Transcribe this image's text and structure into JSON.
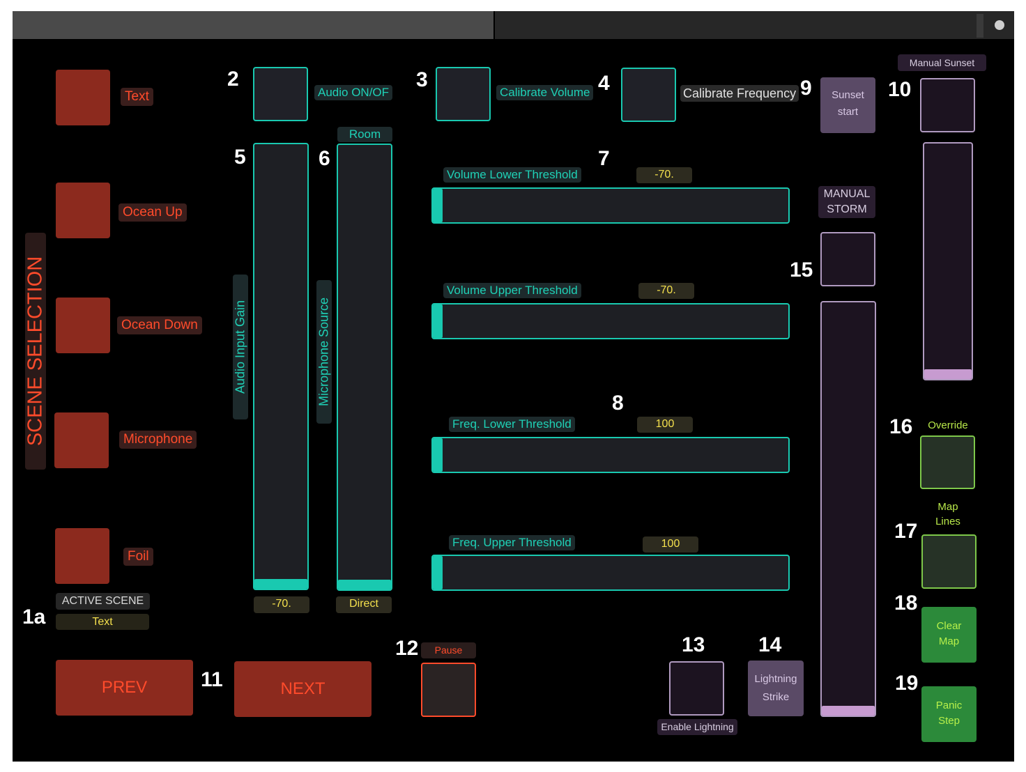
{
  "scenes": {
    "title": "SCENE SELECTION",
    "items": [
      "Text",
      "Ocean Up",
      "Ocean Down",
      "Microphone",
      "Foil"
    ],
    "active_label": "ACTIVE SCENE",
    "active_value": "Text",
    "prev_label": "PREV",
    "next_label": "NEXT"
  },
  "audio": {
    "on_label": "Audio ON/OF",
    "calibrate_volume_label": "Calibrate Volume",
    "calibrate_frequency_label": "Calibrate Frequency",
    "input_gain_label": "Audio Input Gain",
    "input_gain_value": "-70.",
    "mic_source_label": "Microphone Source",
    "mic_source_top": "Room",
    "mic_source_value": "Direct"
  },
  "thresholds": [
    {
      "label": "Volume Lower Threshold",
      "value": "-70."
    },
    {
      "label": "Volume Upper Threshold",
      "value": "-70."
    },
    {
      "label": "Freq. Lower Threshold",
      "value": "100"
    },
    {
      "label": "Freq. Upper Threshold",
      "value": "100"
    }
  ],
  "sunset": {
    "start_line1": "Sunset",
    "start_line2": "start",
    "manual_label": "Manual Sunset"
  },
  "storm": {
    "manual_line1": "MANUAL",
    "manual_line2": "STORM"
  },
  "pause_label": "Pause",
  "lightning": {
    "enable_label": "Enable Lightning",
    "strike_line1": "Lightning",
    "strike_line2": "Strike"
  },
  "map": {
    "override_label": "Override",
    "map_lines_line1": "Map",
    "map_lines_line2": "Lines",
    "clear_line1": "Clear",
    "clear_line2": "Map",
    "panic_line1": "Panic",
    "panic_line2": "Step"
  },
  "annotations": [
    "1a",
    "2",
    "3",
    "4",
    "5",
    "6",
    "7",
    "8",
    "9",
    "10",
    "11",
    "12",
    "13",
    "14",
    "15",
    "16",
    "17",
    "18",
    "19"
  ],
  "colors": {
    "scene_red": "#8c2a1e",
    "accent_teal": "#19c9b0",
    "value_yellow": "#f4e04d",
    "purple": "#b09ac0",
    "green": "#2c8a3a"
  }
}
